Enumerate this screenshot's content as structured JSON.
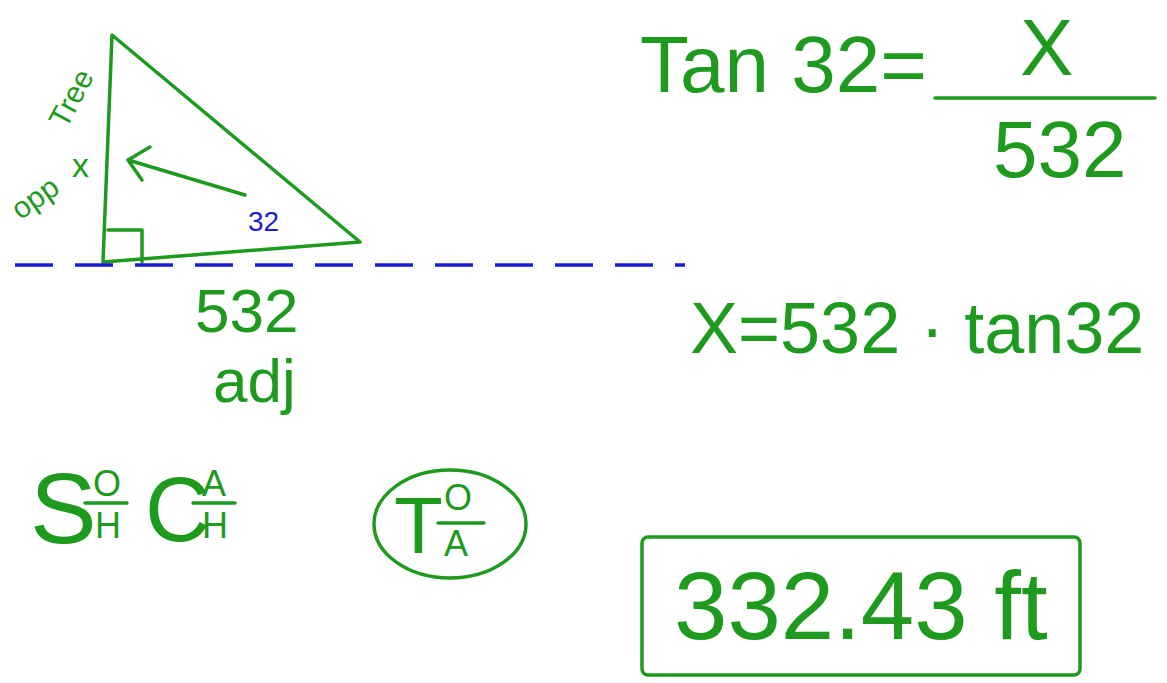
{
  "diagram": {
    "nodes": [
      {
        "text": [
          "T",
          "O",
          "A"
        ]
      },
      {
        "text": [
          "332.43 ft"
        ]
      }
    ],
    "labels": [
      "Tree",
      "opp",
      "x",
      "32",
      "532",
      "adj",
      "S",
      "O",
      "H",
      "C",
      "A",
      "H",
      "Tan 32=",
      "X",
      "532",
      "X=532 · tan32"
    ]
  }
}
